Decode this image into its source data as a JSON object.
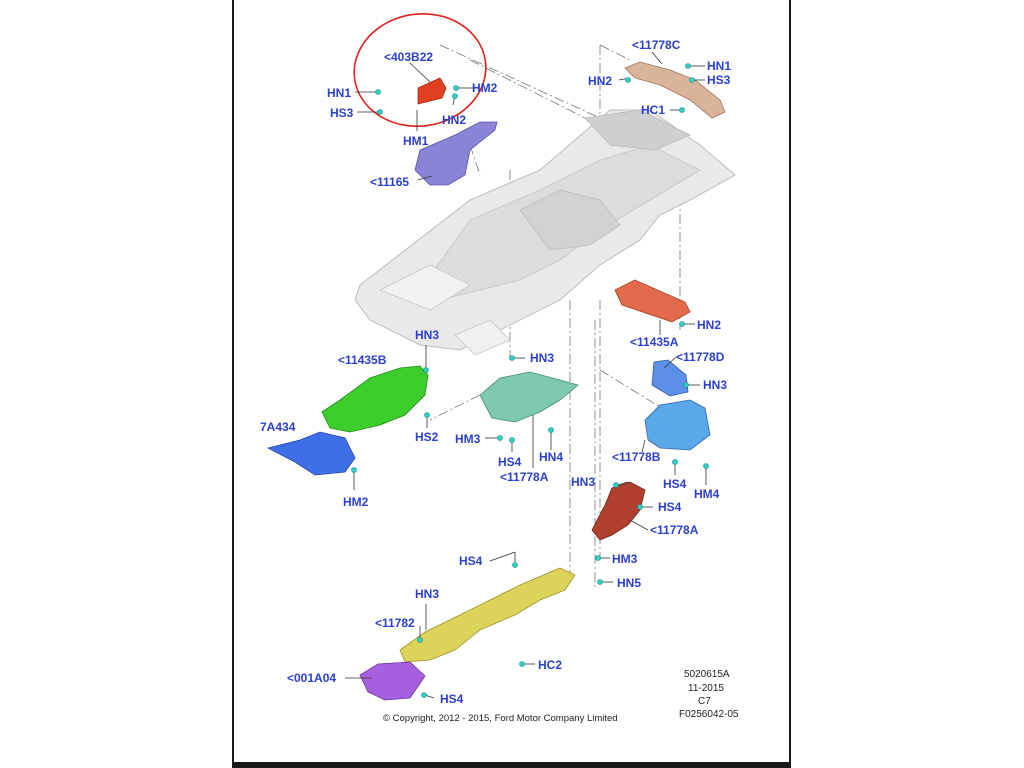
{
  "diagram": {
    "labels": {
      "l_403b22": "<403B22",
      "l_hn1_a": "HN1",
      "l_hs3_a": "HS3",
      "l_hm2_a": "HM2",
      "l_hn2_a": "HN2",
      "l_hm1": "HM1",
      "l_11165": "<11165",
      "l_11778c": "<11778C",
      "l_hn1_b": "HN1",
      "l_hs3_b": "HS3",
      "l_hn2_b": "HN2",
      "l_hc1": "HC1",
      "l_hn2_c": "HN2",
      "l_11435a": "<11435A",
      "l_11778d": "<11778D",
      "l_hn3_d": "HN3",
      "l_11778b": "<11778B",
      "l_hs4_b": "HS4",
      "l_hm4_b": "HM4",
      "l_hn3_a": "HN3",
      "l_11435b": "<11435B",
      "l_hs2": "HS2",
      "l_7a434": "7A434",
      "l_hm2_b": "HM2",
      "l_hn3_b": "HN3",
      "l_hm3_a": "HM3",
      "l_hs4_a": "HS4",
      "l_hn4": "HN4",
      "l_11778a_a": "<11778A",
      "l_hn3_c": "HN3",
      "l_hs4_c": "HS4",
      "l_11778a_b": "<11778A",
      "l_hm3_b": "HM3",
      "l_hn5": "HN5",
      "l_hs4_d": "HS4",
      "l_hn3_e": "HN3",
      "l_11782": "<11782",
      "l_hc2": "HC2",
      "l_001a04": "<001A04",
      "l_hs4_e": "HS4"
    },
    "meta": {
      "code1": "5020615A",
      "date": "11-2015",
      "rev": "C7",
      "ref": "F0256042-05"
    },
    "copyright": "© Copyright, 2012 - 2015, Ford Motor Company Limited",
    "colors": {
      "label": "#2b3fd1",
      "circle": "#e0211d",
      "fastener": "#2fd0c8",
      "part_403b22": "#e0401f",
      "part_11165": "#8a84d6",
      "part_11778c": "#d9b49a",
      "part_11435a": "#e06a4a",
      "part_11778d": "#5b8fe8",
      "part_11778b": "#5aa7ea",
      "part_11435b": "#3ccf2c",
      "part_7a434": "#3f6fe6",
      "part_11778a_green": "#7fc8b2",
      "part_11778a_red": "#b0402e",
      "part_11782": "#dcd35a",
      "part_001a04": "#a75fe0"
    }
  }
}
